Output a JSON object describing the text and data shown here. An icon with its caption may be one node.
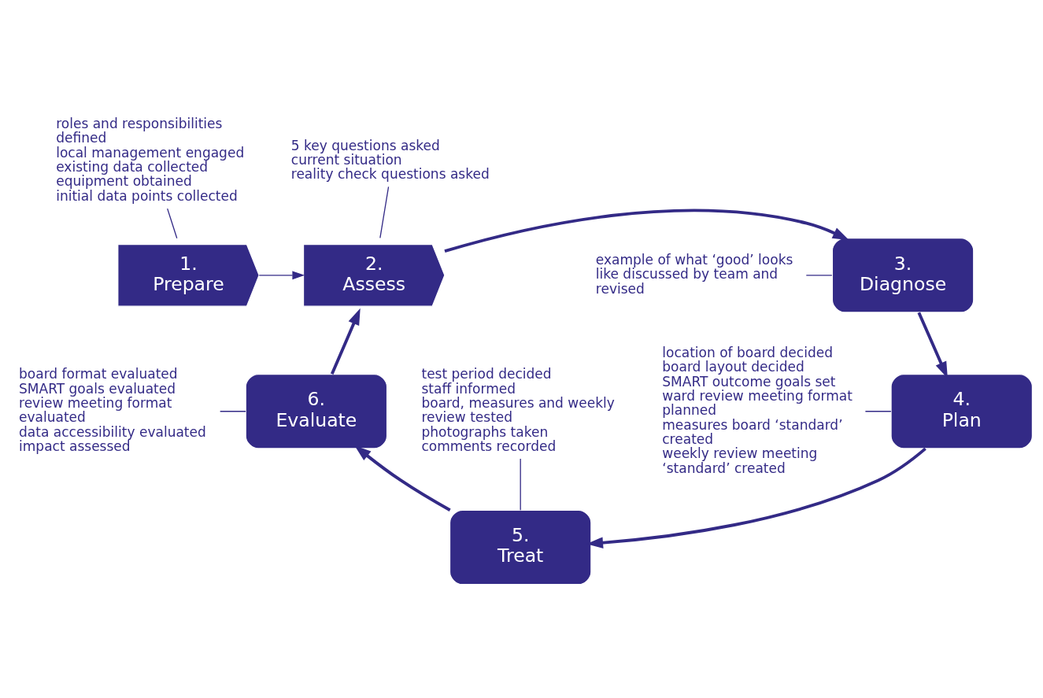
{
  "diagram": {
    "nodes": [
      {
        "text": [
          "roles and responsibilities defined",
          "local management engaged",
          "existing data collected",
          "equipment obtained",
          "initial data points collected"
        ]
      },
      {
        "text": [
          "5 key questions asked",
          "current situation",
          "reality check questions asked"
        ]
      },
      {
        "text": [
          "1.",
          "Prepare"
        ]
      },
      {
        "text": [
          "2.",
          "Assess"
        ]
      },
      {
        "text": [
          "3.",
          "Diagnose"
        ]
      },
      {
        "text": [
          "example of what ‘good’ looks like discussed by team and revised"
        ]
      },
      {
        "text": [
          "location of board decided",
          "board layout decided",
          "SMART outcome goals set",
          "ward review meeting format planned",
          "measures board ‘standard’ created",
          "weekly review meeting ‘standard’ created"
        ]
      },
      {
        "text": [
          "6.",
          "Evaluate"
        ]
      },
      {
        "text": [
          "board format evaluated",
          "SMART goals evaluated",
          "review meeting format evaluated",
          "data accessibility evaluated",
          "impact assessed"
        ]
      },
      {
        "text": [
          "4.",
          "Plan"
        ]
      },
      {
        "text": [
          "5.",
          "Treat"
        ]
      },
      {
        "text": [
          "test period decided",
          "staff informed",
          "board, measures and weekly review tested",
          "photographs taken",
          "comments recorded"
        ]
      }
    ],
    "edges": [
      {
        "from": 0,
        "to": 2,
        "arrow": "none"
      },
      {
        "from": 1,
        "to": 3,
        "arrow": "none"
      },
      {
        "from": 5,
        "to": 4,
        "arrow": "none"
      },
      {
        "from": 6,
        "to": 9,
        "arrow": "none"
      },
      {
        "from": 8,
        "to": 7,
        "arrow": "none"
      },
      {
        "from": 11,
        "to": 10,
        "arrow": "none"
      },
      {
        "from": 2,
        "to": 3,
        "arrow": "to"
      },
      {
        "from": 3,
        "to": 4,
        "arrow": "to",
        "style": "thick"
      },
      {
        "from": 4,
        "to": 9,
        "arrow": "to",
        "style": "thick"
      },
      {
        "from": 9,
        "to": 10,
        "arrow": "to",
        "style": "thick"
      },
      {
        "from": 10,
        "to": 7,
        "arrow": "to",
        "style": "thick"
      },
      {
        "from": 7,
        "to": 3,
        "arrow": "to",
        "style": "thick"
      }
    ]
  }
}
